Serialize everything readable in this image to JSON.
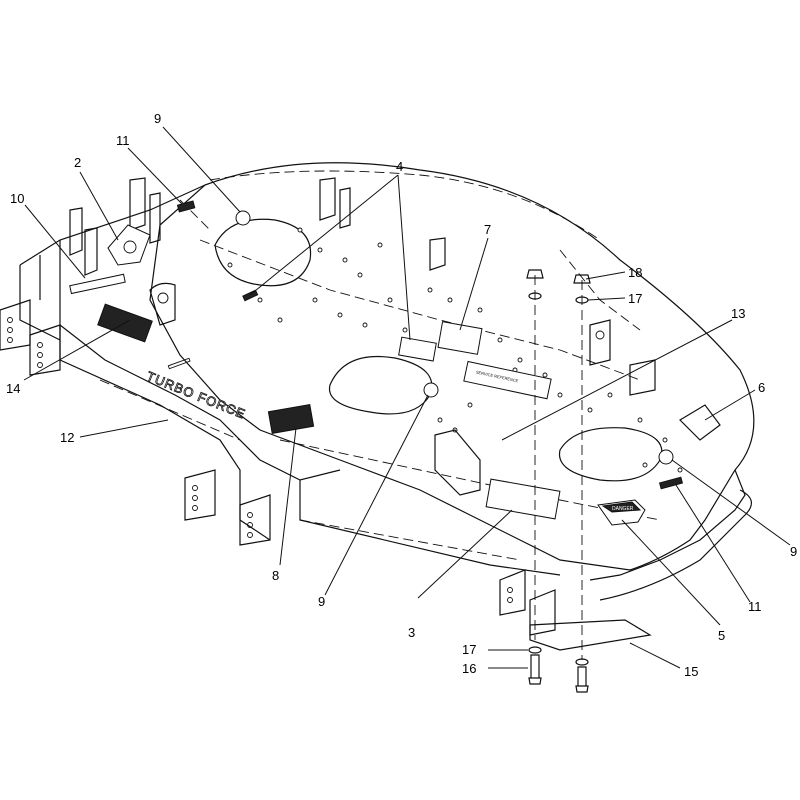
{
  "callouts": {
    "c1": "9",
    "c2": "11",
    "c3": "2",
    "c4": "10",
    "c5": "4",
    "c6": "7",
    "c7": "18",
    "c8": "17",
    "c9": "13",
    "c10": "6",
    "c11": "14",
    "c12": "12",
    "c13": "9",
    "c14": "8",
    "c15": "9",
    "c16": "3",
    "c17": "5",
    "c18": "11",
    "c19": "17",
    "c20": "16",
    "c21": "15"
  },
  "labels": {
    "emboss": "TURBO FORCE",
    "danger": "DANGER",
    "service_ref": "SERVICE REFERENCE"
  }
}
